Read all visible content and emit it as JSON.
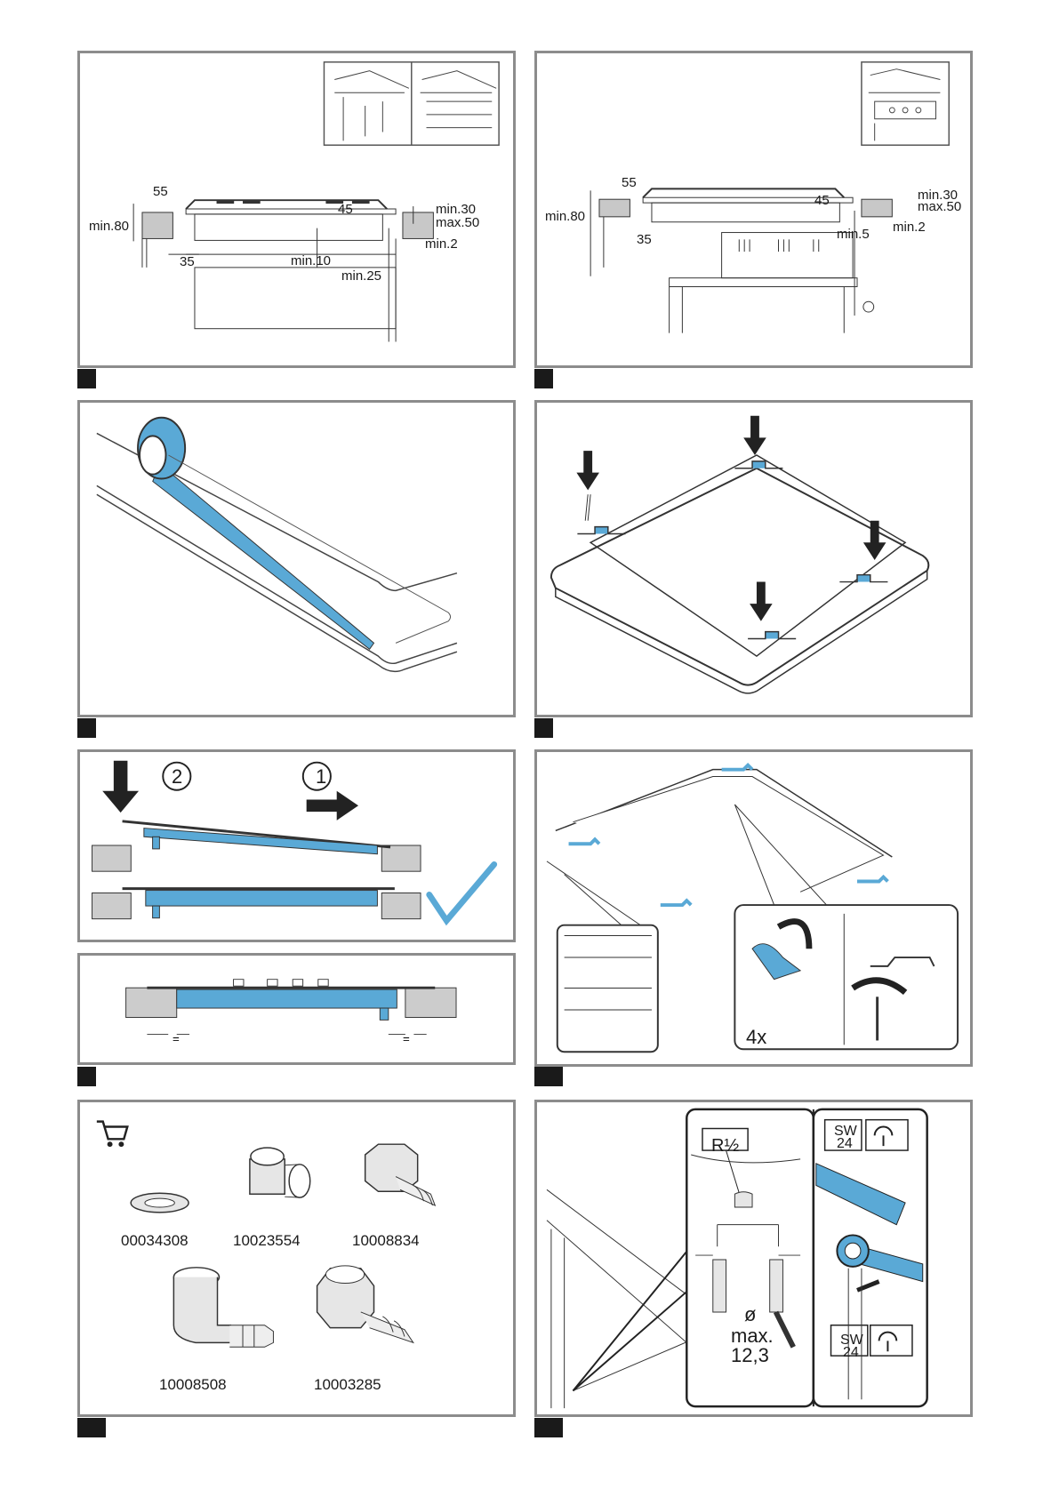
{
  "fig1": {
    "dims": [
      "55",
      "45",
      "min.30",
      "max.50",
      "min.80",
      "min.2",
      "35",
      "min.10",
      "min.25"
    ]
  },
  "fig2": {
    "dims": [
      "55",
      "45",
      "min.30",
      "max.50",
      "min.80",
      "min.5",
      "min.2",
      "35"
    ]
  },
  "fig5": {
    "steps": [
      "2",
      "1"
    ]
  },
  "fig6": {
    "count": "4x"
  },
  "fig7": {
    "icons": [
      "cart-icon"
    ],
    "parts": [
      "00034308",
      "10023554",
      "10008834",
      "10008508",
      "10003285"
    ]
  },
  "fig8": {
    "thread": "R½",
    "wrench_top_label": "SW",
    "wrench_top_size": "24",
    "wrench_bottom_label": "SW",
    "wrench_bottom_size": "24",
    "diameter_symbol": "ø",
    "diameter_max": "max.",
    "diameter_value": "12,3"
  },
  "colors": {
    "accent": "#5aa9d6",
    "frame": "#8c8c8c",
    "tab": "#1a1a1a"
  }
}
